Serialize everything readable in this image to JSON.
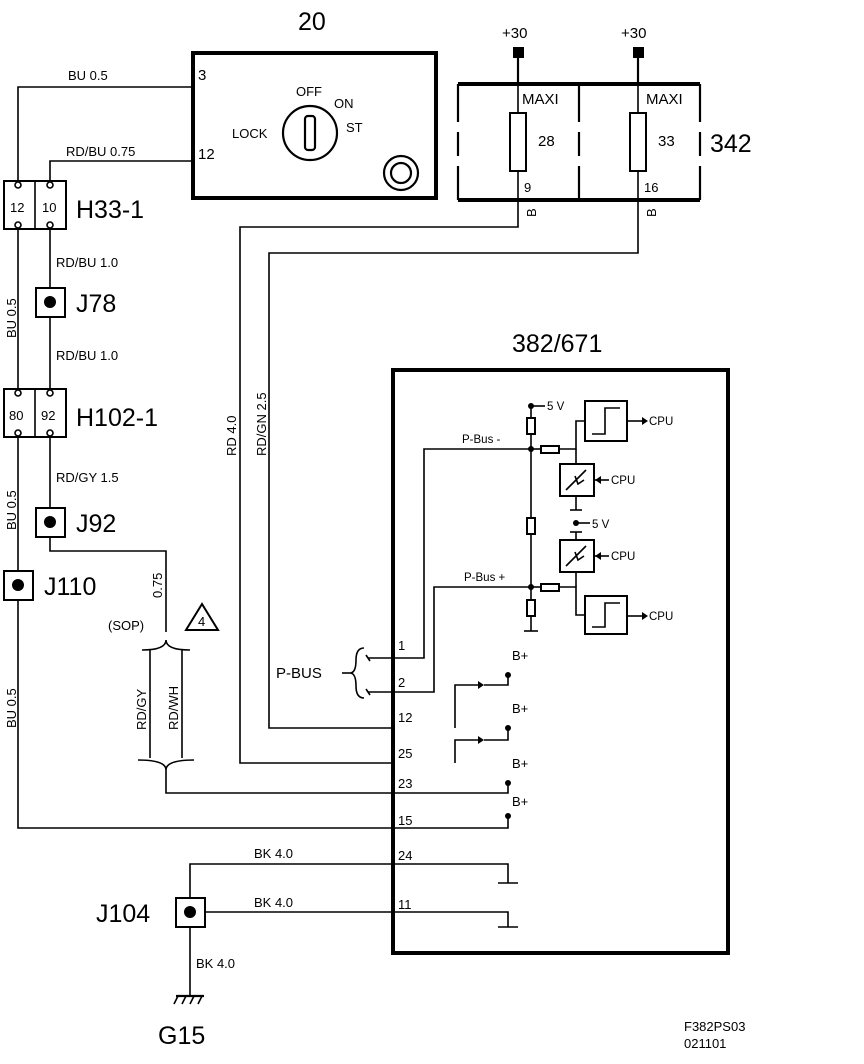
{
  "components": {
    "ignition_switch": {
      "id": "20",
      "pin3": "3",
      "pin12": "12",
      "pos_off": "OFF",
      "pos_on": "ON",
      "pos_lock": "LOCK",
      "pos_st": "ST"
    },
    "fuse_box": {
      "id": "342",
      "supply_left": "+30",
      "supply_right": "+30",
      "fuse_left": {
        "type": "MAXI",
        "number": "28",
        "pin": "9",
        "wire": "B"
      },
      "fuse_right": {
        "type": "MAXI",
        "number": "33",
        "pin": "16",
        "wire": "B"
      }
    },
    "connector_h33": {
      "id": "H33-1",
      "pin_a": "12",
      "pin_b": "10"
    },
    "connector_h102": {
      "id": "H102-1",
      "pin_a": "80",
      "pin_b": "92"
    },
    "splice_j78": "J78",
    "splice_j92": "J92",
    "splice_j110": "J110",
    "splice_j104": "J104",
    "ground": "G15",
    "module": {
      "id": "382/671",
      "pbus_label": "P-BUS",
      "pbus_minus": "P-Bus -",
      "pbus_plus": "P-Bus +",
      "v5_top": "5 V",
      "v5_mid": "5 V",
      "cpu": "CPU",
      "bplus": "B+",
      "pins": {
        "p1": "1",
        "p2": "2",
        "p12": "12",
        "p25": "25",
        "p23": "23",
        "p15": "15",
        "p24": "24",
        "p11": "11"
      }
    },
    "note_marker": "4",
    "sop": "(SOP)"
  },
  "wires": {
    "bu_05_top": "BU   0.5",
    "rdbu_075": "RD/BU   0.75",
    "rdbu_10_a": "RD/BU  1.0",
    "rdbu_10_b": "RD/BU  1.0",
    "bu_05_left_a": "BU   0.5",
    "rdgy_15": "RD/GY  1.5",
    "bu_05_left_b": "BU   0.5",
    "w_075": "0.75",
    "rd_40": "RD  4.0",
    "rdgn_25": "RD/GN  2.5",
    "rdgy_v": "RD/GY",
    "rdwh_v": "RD/WH",
    "bu_05_left_c": "BU   0.5",
    "bk_40_a": "BK   4.0",
    "bk_40_b": "BK   4.0",
    "bk_40_c": "BK  4.0"
  },
  "footer": {
    "code": "F382PS03",
    "date": "021101"
  }
}
